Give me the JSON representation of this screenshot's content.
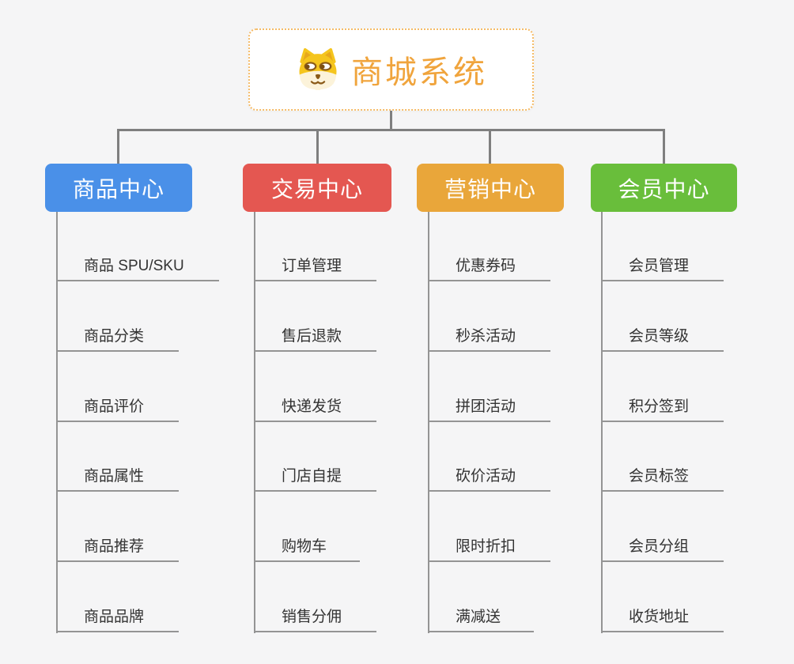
{
  "root": {
    "title": "商城系统",
    "icon": "shiba-dog-icon"
  },
  "branches": [
    {
      "label": "商品中心",
      "color": "#4a90e8",
      "items": [
        "商品 SPU/SKU",
        "商品分类",
        "商品评价",
        "商品属性",
        "商品推荐",
        "商品品牌"
      ]
    },
    {
      "label": "交易中心",
      "color": "#e45751",
      "items": [
        "订单管理",
        "售后退款",
        "快递发货",
        "门店自提",
        "购物车",
        "销售分佣"
      ]
    },
    {
      "label": "营销中心",
      "color": "#e9a63a",
      "items": [
        "优惠券码",
        "秒杀活动",
        "拼团活动",
        "砍价活动",
        "限时折扣",
        "满减送"
      ]
    },
    {
      "label": "会员中心",
      "color": "#69be3b",
      "items": [
        "会员管理",
        "会员等级",
        "积分签到",
        "会员标签",
        "会员分组",
        "收货地址"
      ]
    }
  ],
  "colors": {
    "background": "#f5f5f6",
    "connector": "#7f7f7f",
    "item_line": "#949494",
    "item_text": "#333333",
    "root_text": "#f0a43c",
    "root_border": "#f5bb67"
  }
}
